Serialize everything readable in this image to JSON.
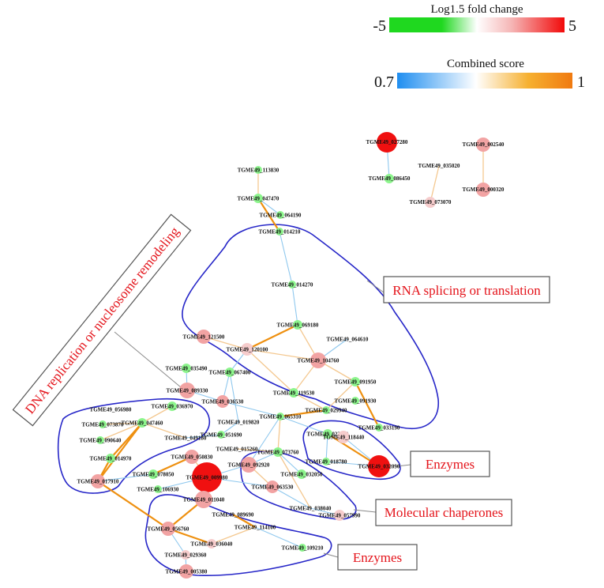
{
  "legend": {
    "fold_change": {
      "title": "Log1.5 fold change",
      "min_label": "-5",
      "max_label": "5",
      "colors": [
        "#1fd81f",
        "#ffffff",
        "#f20a0a"
      ]
    },
    "combined_score": {
      "title": "Combined score",
      "min_label": "0.7",
      "max_label": "1",
      "colors": [
        "#1f8ef0",
        "#ffffff",
        "#f07a10"
      ]
    }
  },
  "clusters": {
    "dna": "DNA replication or nucleosome remodeling",
    "rna": "RNA splicing or translation",
    "enzymes_1": "Enzymes",
    "chaperones": "Molecular chaperones",
    "enzymes_2": "Enzymes"
  },
  "node_colors": {
    "up_strong": "#f01010",
    "up": "#f2a3a3",
    "up_light": "#f6cccc",
    "down": "#8df58d",
    "down_strong": "#2fe02f"
  },
  "edge_colors": {
    "high": "#ee9010",
    "mid": "#f4c890",
    "low": "#8fc8ee"
  },
  "nodes": {
    "n027280": "TGME49_027280",
    "n086450": "TGME49_086450",
    "n035020": "TGME49_035020",
    "n002540": "TGME49_002540",
    "n000320": "TGME49_000320",
    "n073070": "TGME49_073070",
    "n113830": "TGME49_113830",
    "n047470": "TGME49_047470",
    "n064190": "TGME49_064190",
    "n014210": "TGME49_014210",
    "n014270": "TGME49_014270",
    "n069180": "TGME49_069180",
    "n121500": "TGME49_121500",
    "n120100": "TGME49_120100",
    "n064610": "TGME49_064610",
    "n104760": "TGME49_104760",
    "n035490": "TGME49_035490",
    "n067400": "TGME49_067400",
    "n089330": "TGME49_089330",
    "n119530": "TGME49_119530",
    "n091950": "TGME49_091950",
    "n091930": "TGME49_091930",
    "n036530": "TGME49_036530",
    "n056980": "TGME49_056980",
    "n036970": "TGME49_036970",
    "n029940": "TGME49_029940",
    "n065310": "TGME49_065310",
    "n033190": "TGME49_033190",
    "n019820": "TGME49_019820",
    "n073870": "TGME49_073870",
    "n047460": "TGME49_047460",
    "n023840": "TGME49_023840",
    "n118440": "TGME49_118440",
    "n049180": "TGME49_049180",
    "n051690": "TGME49_051690",
    "n090640": "TGME49_090640",
    "n015260": "TGME49_015260",
    "n073760": "TGME49_073760",
    "n014970": "TGME49_014970",
    "n050830": "TGME49_050830",
    "n018780": "TGME49_018780",
    "n032090": "TGME49_032090",
    "n017910": "TGME49_017910",
    "n078050": "TGME49_078050",
    "n009980": "TGME49_009980",
    "n092920": "TGME49_092920",
    "n032050": "TGME49_032050",
    "n106930": "TGME49_106930",
    "n063530": "TGME49_063530",
    "n011040": "TGME49_011040",
    "n038040": "TGME49_038040",
    "n057990": "TGME49_057990",
    "n089690": "TGME49_089690",
    "n114100": "TGME49_114100",
    "n056760": "TGME49_056760",
    "n036040": "TGME49_036040",
    "n109210": "TGME49_109210",
    "n029360": "TGME49_029360",
    "n005380": "TGME49_005380"
  }
}
